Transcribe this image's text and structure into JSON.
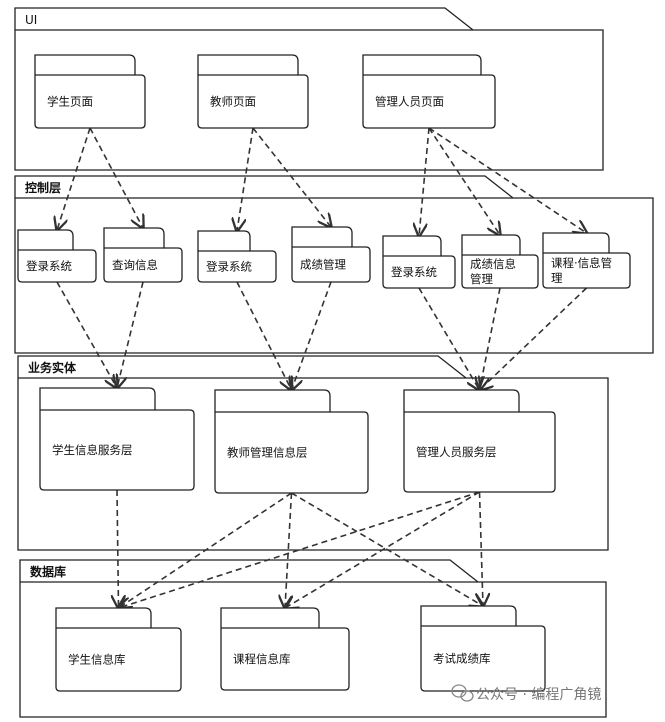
{
  "layers": [
    {
      "id": "ui",
      "label": "UI"
    },
    {
      "id": "control",
      "label": "控制层"
    },
    {
      "id": "entity",
      "label": "业务实体"
    },
    {
      "id": "db",
      "label": "数据库"
    }
  ],
  "packages": [
    {
      "id": "p_student_page",
      "lines": [
        "学生页面"
      ]
    },
    {
      "id": "p_teacher_page",
      "lines": [
        "教师页面"
      ]
    },
    {
      "id": "p_admin_page",
      "lines": [
        "管理人员页面"
      ]
    },
    {
      "id": "c_login1",
      "lines": [
        "登录系统"
      ]
    },
    {
      "id": "c_query",
      "lines": [
        "查询信息"
      ]
    },
    {
      "id": "c_login2",
      "lines": [
        "登录系统"
      ]
    },
    {
      "id": "c_grade",
      "lines": [
        "成绩管理"
      ]
    },
    {
      "id": "c_login3",
      "lines": [
        "登录系统"
      ]
    },
    {
      "id": "c_gradeinfo",
      "lines": [
        "成绩信息",
        "管理"
      ]
    },
    {
      "id": "c_course",
      "lines": [
        "课程·信息管",
        "理"
      ]
    },
    {
      "id": "e_student",
      "lines": [
        "学生信息服务层"
      ]
    },
    {
      "id": "e_teacher",
      "lines": [
        "教师管理信息层"
      ]
    },
    {
      "id": "e_admin",
      "lines": [
        "管理人员服务层"
      ]
    },
    {
      "id": "d_student",
      "lines": [
        "学生信息库"
      ]
    },
    {
      "id": "d_course",
      "lines": [
        "课程信息库"
      ]
    },
    {
      "id": "d_exam",
      "lines": [
        "考试成绩库"
      ]
    }
  ],
  "edges": [
    [
      "p_student_page",
      "c_login1"
    ],
    [
      "p_student_page",
      "c_query"
    ],
    [
      "p_teacher_page",
      "c_login2"
    ],
    [
      "p_teacher_page",
      "c_grade"
    ],
    [
      "p_admin_page",
      "c_login3"
    ],
    [
      "p_admin_page",
      "c_gradeinfo"
    ],
    [
      "p_admin_page",
      "c_course"
    ],
    [
      "c_login1",
      "e_student"
    ],
    [
      "c_query",
      "e_student"
    ],
    [
      "c_login2",
      "e_teacher"
    ],
    [
      "c_grade",
      "e_teacher"
    ],
    [
      "c_login3",
      "e_admin"
    ],
    [
      "c_gradeinfo",
      "e_admin"
    ],
    [
      "c_course",
      "e_admin"
    ],
    [
      "e_student",
      "d_student"
    ],
    [
      "e_teacher",
      "d_student"
    ],
    [
      "e_teacher",
      "d_course"
    ],
    [
      "e_teacher",
      "d_exam"
    ],
    [
      "e_admin",
      "d_student"
    ],
    [
      "e_admin",
      "d_course"
    ],
    [
      "e_admin",
      "d_exam"
    ]
  ],
  "watermark": "公众号 · 编程广角镜"
}
